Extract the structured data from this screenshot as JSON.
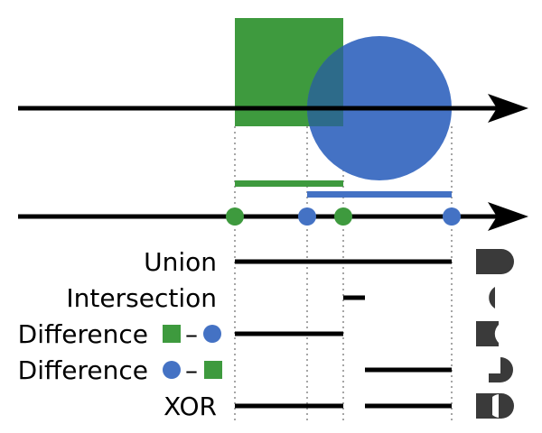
{
  "colors": {
    "green": "#3e9a3e",
    "blue": "#4472c4",
    "overlap": "#2d6b8a",
    "line": "#000000",
    "result_shape": "#3a3a3a",
    "guide": "#888888"
  },
  "operations": [
    {
      "label": "Union",
      "op": "union",
      "segments": [
        [
          0.0,
          1.0
        ]
      ]
    },
    {
      "label": "Intersection",
      "op": "intersection",
      "segments": [
        [
          0.5,
          0.6
        ]
      ]
    },
    {
      "label": "Difference",
      "op": "difference-green-minus-blue",
      "operand_a": "green-square",
      "operand_b": "blue-circle",
      "segments": [
        [
          0.0,
          0.5
        ]
      ]
    },
    {
      "label": "Difference",
      "op": "difference-blue-minus-green",
      "operand_a": "blue-circle",
      "operand_b": "green-square",
      "segments": [
        [
          0.6,
          1.0
        ]
      ]
    },
    {
      "label": "XOR",
      "op": "xor",
      "segments": [
        [
          0.0,
          0.5
        ],
        [
          0.6,
          1.0
        ]
      ]
    }
  ],
  "operator_glyph": "–"
}
